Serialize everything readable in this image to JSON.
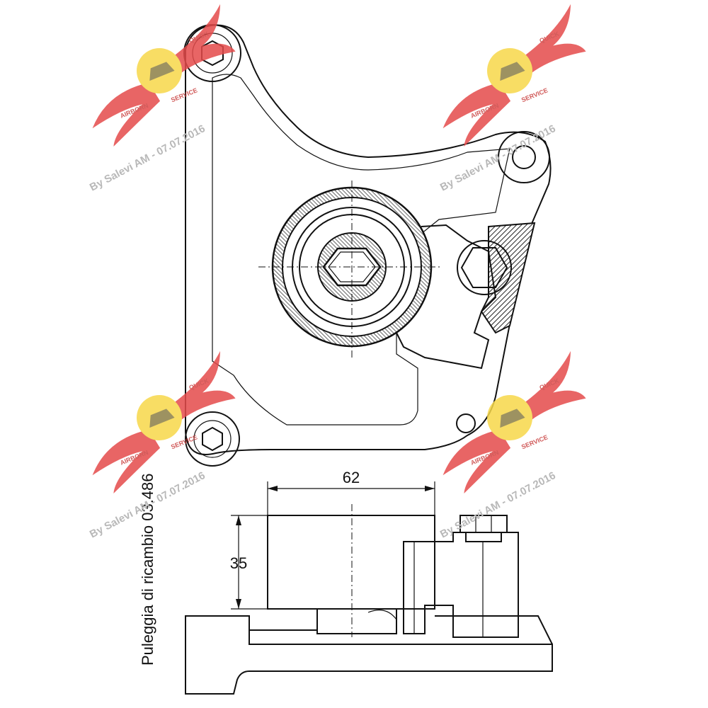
{
  "dimensions": {
    "width_label": "62",
    "height_label": "35"
  },
  "caption": "Puleggia di ricambio 03.486",
  "watermark": {
    "text": "By Salevi AM - 07.07.2016",
    "badge_left": "AIRBORN",
    "badge_right": "QUICK",
    "badge_bottom": "SERVICE",
    "wing_color": "#e54b4b",
    "disc_color": "#f7d84a"
  }
}
